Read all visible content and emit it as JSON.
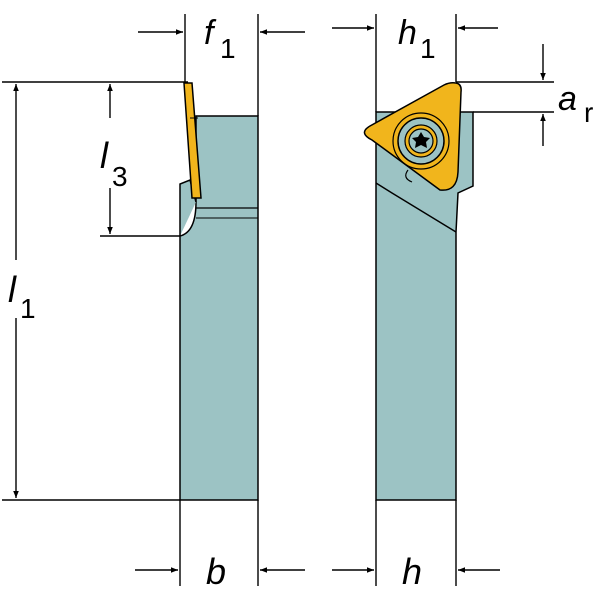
{
  "colors": {
    "holder": "#9cc3c4",
    "outline": "#000000",
    "insert": "#f1b51c",
    "screw": "#9cc3c4",
    "background": "#ffffff"
  },
  "labels": {
    "f1": {
      "main": "f",
      "sub": "1"
    },
    "h1": {
      "main": "h",
      "sub": "1"
    },
    "ar": {
      "main": "a",
      "sub": "r"
    },
    "l3": {
      "main": "l",
      "sub": "3"
    },
    "l1": {
      "main": "l",
      "sub": "1"
    },
    "b": {
      "main": "b"
    },
    "h": {
      "main": "h"
    }
  },
  "icons": [
    "arrow-head-icon",
    "screw-icon",
    "insert-icon"
  ]
}
